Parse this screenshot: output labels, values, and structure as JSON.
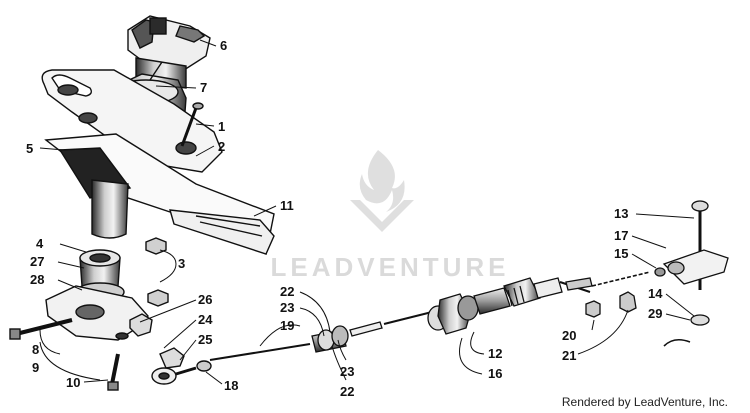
{
  "watermark": {
    "text": "LEADVENTURE"
  },
  "credit": "Rendered by LeadVenture, Inc.",
  "callouts": [
    {
      "id": "c6",
      "text": "6"
    },
    {
      "id": "c7",
      "text": "7"
    },
    {
      "id": "c1",
      "text": "1"
    },
    {
      "id": "c5",
      "text": "5"
    },
    {
      "id": "c2",
      "text": "2"
    },
    {
      "id": "c11",
      "text": "11"
    },
    {
      "id": "c4",
      "text": "4"
    },
    {
      "id": "c27",
      "text": "27"
    },
    {
      "id": "c28",
      "text": "28"
    },
    {
      "id": "c3",
      "text": "3"
    },
    {
      "id": "c26",
      "text": "26"
    },
    {
      "id": "c24",
      "text": "24"
    },
    {
      "id": "c25",
      "text": "25"
    },
    {
      "id": "c8",
      "text": "8"
    },
    {
      "id": "c9",
      "text": "9"
    },
    {
      "id": "c10",
      "text": "10"
    },
    {
      "id": "c18",
      "text": "18"
    },
    {
      "id": "c22a",
      "text": "22"
    },
    {
      "id": "c23a",
      "text": "23"
    },
    {
      "id": "c19",
      "text": "19"
    },
    {
      "id": "c23b",
      "text": "23"
    },
    {
      "id": "c22b",
      "text": "22"
    },
    {
      "id": "c12",
      "text": "12"
    },
    {
      "id": "c16",
      "text": "16"
    },
    {
      "id": "c20",
      "text": "20"
    },
    {
      "id": "c21",
      "text": "21"
    },
    {
      "id": "c13",
      "text": "13"
    },
    {
      "id": "c17",
      "text": "17"
    },
    {
      "id": "c15",
      "text": "15"
    },
    {
      "id": "c14",
      "text": "14"
    },
    {
      "id": "c29",
      "text": "29"
    }
  ]
}
